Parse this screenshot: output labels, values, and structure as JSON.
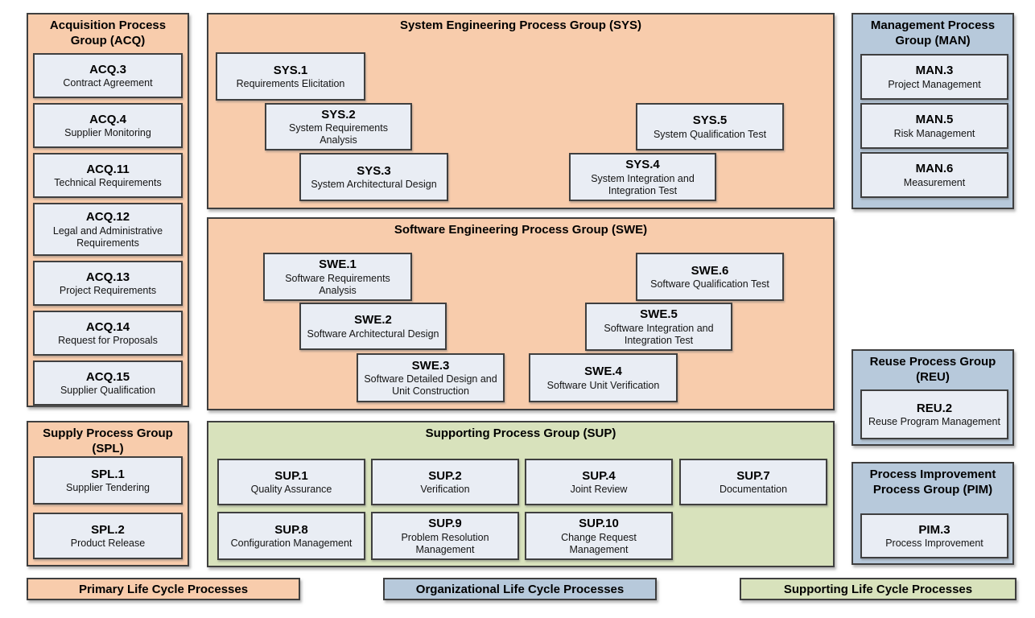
{
  "colors": {
    "primary": "#F8CCAC",
    "organizational": "#B7C9DB",
    "supporting": "#D8E2BC",
    "process_box_fill": "#E9EDF4",
    "border": "#3F3F3F"
  },
  "groups": {
    "acq": {
      "title": "Acquisition Process Group (ACQ)",
      "category": "primary",
      "items": [
        {
          "id": "ACQ.3",
          "name": "Contract Agreement"
        },
        {
          "id": "ACQ.4",
          "name": "Supplier Monitoring"
        },
        {
          "id": "ACQ.11",
          "name": "Technical Requirements"
        },
        {
          "id": "ACQ.12",
          "name": "Legal and Administrative Requirements"
        },
        {
          "id": "ACQ.13",
          "name": "Project Requirements"
        },
        {
          "id": "ACQ.14",
          "name": "Request for Proposals"
        },
        {
          "id": "ACQ.15",
          "name": "Supplier Qualification"
        }
      ]
    },
    "spl": {
      "title": "Supply Process Group (SPL)",
      "category": "primary",
      "items": [
        {
          "id": "SPL.1",
          "name": "Supplier Tendering"
        },
        {
          "id": "SPL.2",
          "name": "Product Release"
        }
      ]
    },
    "sys": {
      "title": "System Engineering Process Group (SYS)",
      "category": "primary",
      "items": [
        {
          "id": "SYS.1",
          "name": "Requirements Elicitation"
        },
        {
          "id": "SYS.2",
          "name": "System Requirements Analysis"
        },
        {
          "id": "SYS.3",
          "name": "System Architectural Design"
        },
        {
          "id": "SYS.4",
          "name": "System Integration and Integration Test"
        },
        {
          "id": "SYS.5",
          "name": "System Qualification Test"
        }
      ]
    },
    "swe": {
      "title": "Software Engineering Process Group (SWE)",
      "category": "primary",
      "items": [
        {
          "id": "SWE.1",
          "name": "Software Requirements Analysis"
        },
        {
          "id": "SWE.2",
          "name": "Software Architectural Design"
        },
        {
          "id": "SWE.3",
          "name": "Software Detailed Design and Unit Construction"
        },
        {
          "id": "SWE.4",
          "name": "Software Unit Verification"
        },
        {
          "id": "SWE.5",
          "name": "Software Integration and Integration Test"
        },
        {
          "id": "SWE.6",
          "name": "Software Qualification Test"
        }
      ]
    },
    "sup": {
      "title": "Supporting Process Group (SUP)",
      "category": "supporting",
      "items": [
        {
          "id": "SUP.1",
          "name": "Quality Assurance"
        },
        {
          "id": "SUP.2",
          "name": "Verification"
        },
        {
          "id": "SUP.4",
          "name": "Joint Review"
        },
        {
          "id": "SUP.7",
          "name": "Documentation"
        },
        {
          "id": "SUP.8",
          "name": "Configuration Management"
        },
        {
          "id": "SUP.9",
          "name": "Problem Resolution Management"
        },
        {
          "id": "SUP.10",
          "name": "Change Request Management"
        }
      ]
    },
    "man": {
      "title": "Management Process Group (MAN)",
      "category": "organizational",
      "items": [
        {
          "id": "MAN.3",
          "name": "Project Management"
        },
        {
          "id": "MAN.5",
          "name": "Risk Management"
        },
        {
          "id": "MAN.6",
          "name": "Measurement"
        }
      ]
    },
    "reu": {
      "title": "Reuse Process Group (REU)",
      "category": "organizational",
      "items": [
        {
          "id": "REU.2",
          "name": "Reuse Program Management"
        }
      ]
    },
    "pim": {
      "title": "Process Improvement Process Group (PIM)",
      "category": "organizational",
      "items": [
        {
          "id": "PIM.3",
          "name": "Process Improvement"
        }
      ]
    }
  },
  "legend": {
    "primary": "Primary Life Cycle Processes",
    "organizational": "Organizational Life Cycle Processes",
    "supporting": "Supporting Life Cycle Processes"
  }
}
